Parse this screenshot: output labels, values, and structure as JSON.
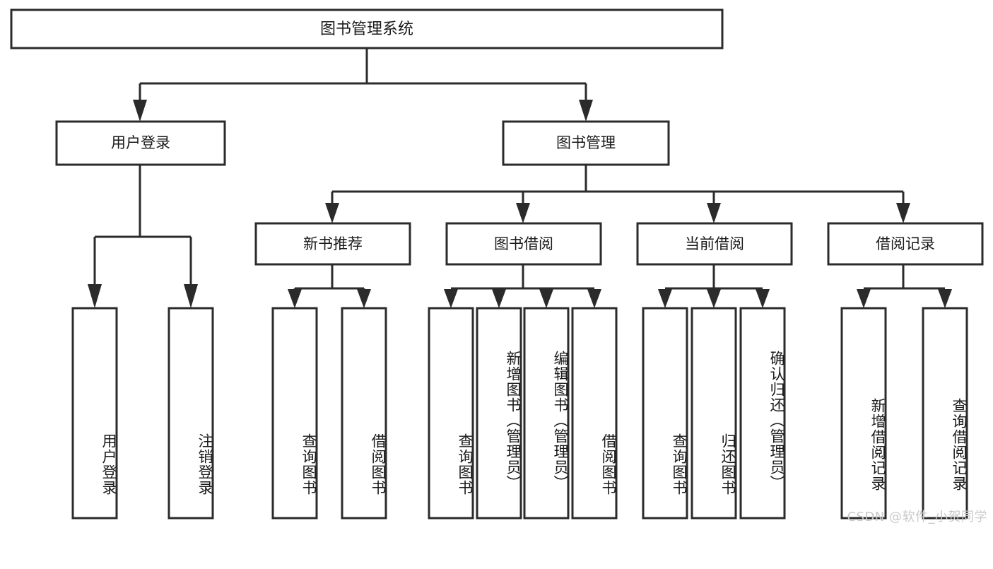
{
  "diagram": {
    "type": "tree",
    "orientation": "top-down",
    "title_node": {
      "label": "图书管理系统",
      "level": 0
    },
    "level1": [
      {
        "label": "用户登录"
      },
      {
        "label": "图书管理"
      }
    ],
    "level2": [
      {
        "label": "新书推荐",
        "parent": "图书管理"
      },
      {
        "label": "图书借阅",
        "parent": "图书管理"
      },
      {
        "label": "当前借阅",
        "parent": "图书管理"
      },
      {
        "label": "借阅记录",
        "parent": "图书管理"
      }
    ],
    "leaves_user_login": [
      {
        "label": "用户登录"
      },
      {
        "label": "注销登录"
      }
    ],
    "leaves_new_book": [
      {
        "label": "查询图书"
      },
      {
        "label": "借阅图书"
      }
    ],
    "leaves_borrow": [
      {
        "label": "查询图书"
      },
      {
        "label": "新增图书（管理员）"
      },
      {
        "label": "编辑图书（管理员）"
      },
      {
        "label": "借阅图书"
      }
    ],
    "leaves_current": [
      {
        "label": "查询图书"
      },
      {
        "label": "归还图书"
      },
      {
        "label": "确认归还（管理员）"
      }
    ],
    "leaves_records": [
      {
        "label": "新增借阅记录"
      },
      {
        "label": "查询借阅记录"
      }
    ],
    "colors": {
      "stroke": "#2b2b2b",
      "fill": "#ffffff",
      "text": "#1a1a1a",
      "watermark": "#c9c9c9"
    }
  },
  "watermark": {
    "text": "CSDN @软件_小贺同学"
  }
}
